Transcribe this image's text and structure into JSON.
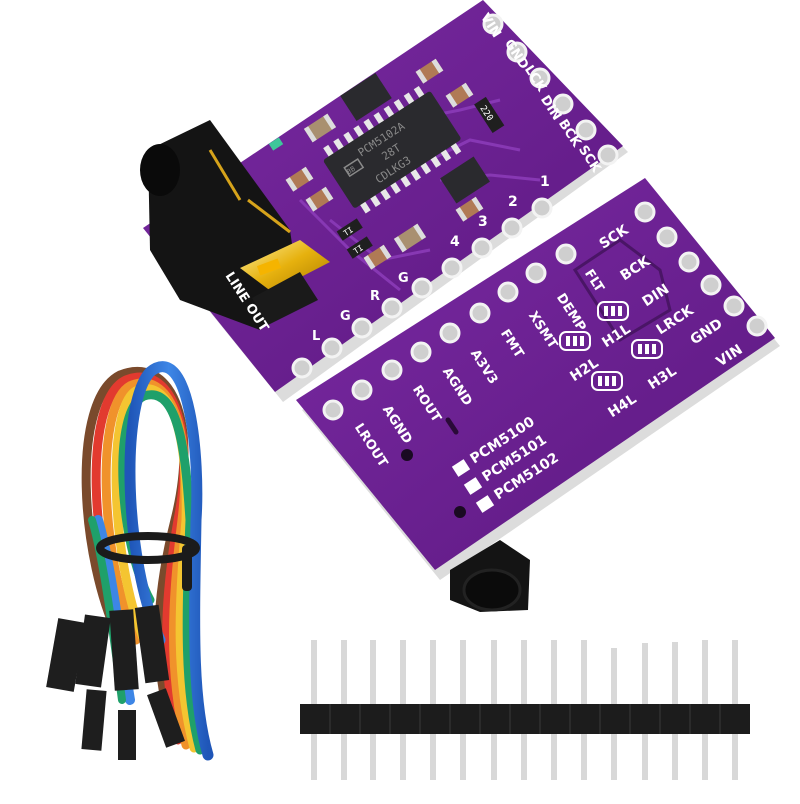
{
  "scene": {
    "description": "PCM5102 I2S DAC module product photo: board top side, board bottom side, dupont jumper wires, and a straight male pin header",
    "background": "#ffffff",
    "pcb_color": "#6a1f8f",
    "pcb_edge_color": "#e8e8e8"
  },
  "board_top": {
    "pin_labels_right": [
      "VIN",
      "GND",
      "LCK",
      "DIN",
      "BCK",
      "SCK"
    ],
    "jumper_pin_numbers": [
      "1",
      "2",
      "3",
      "4"
    ],
    "audio_pins": [
      "L",
      "G",
      "R",
      "G"
    ],
    "jack_label": "LINE OUT",
    "chip_marking": [
      "PCM5102A",
      "28T",
      "CDLKG3"
    ],
    "chip_logo": "BB",
    "resistor_marking": "220",
    "small_part_marking": "TI"
  },
  "board_bottom": {
    "pin_labels_right": [
      "SCK",
      "BCK",
      "DIN",
      "LRCK",
      "GND",
      "VIN"
    ],
    "pin_labels_left": [
      "FLT",
      "DEMP",
      "XSMT",
      "FMT",
      "A3V3",
      "AGND",
      "ROUT",
      "AGND",
      "LROUT"
    ],
    "solder_jumpers": [
      "H1L",
      "H2L",
      "H3L",
      "H4L"
    ],
    "chip_options": [
      "PCM5100",
      "PCM5101",
      "PCM5102"
    ]
  },
  "jumper_wires": {
    "colors": [
      "#2f6fd0",
      "#1fa06a",
      "#f0922b",
      "#e23a2f",
      "#f4c531",
      "#7a4a2c"
    ],
    "cable_tie_color": "#1b1b1b",
    "connector_color": "#1e1e1e"
  },
  "pin_header": {
    "pin_count": 15,
    "plastic_color": "#1c1c1c",
    "pin_color": "#d8d8d8"
  }
}
